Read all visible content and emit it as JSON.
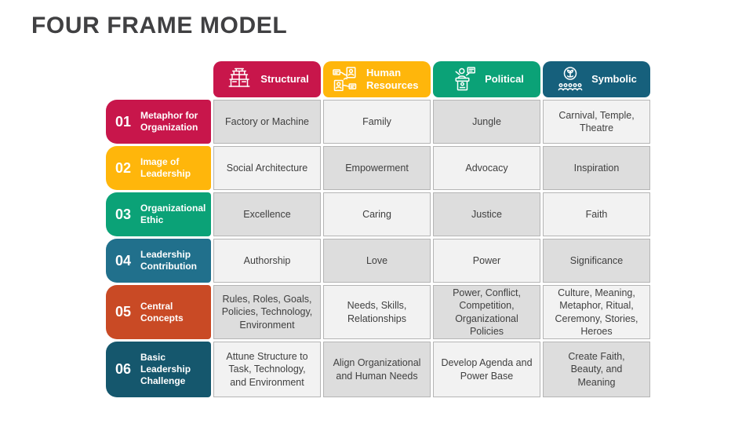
{
  "title": "FOUR FRAME MODEL",
  "colors": {
    "title_text": "#404042",
    "cell_dark": "#dddddd",
    "cell_light": "#f2f2f2",
    "cell_border": "#b5b5b5",
    "cell_text": "#404040",
    "crimson": "#C8164B",
    "amber": "#FFB60B",
    "green": "#0BA277",
    "dark_teal": "#16607C",
    "mid_teal": "#21708C",
    "rust": "#C94A25",
    "deep_teal": "#15576D"
  },
  "columns": [
    {
      "label": "Structural",
      "icon": "structural-icon",
      "color": "#C8164B"
    },
    {
      "label": "Human Resources",
      "icon": "human-resources-icon",
      "color": "#FFB60B"
    },
    {
      "label": "Political",
      "icon": "political-icon",
      "color": "#0BA277"
    },
    {
      "label": "Symbolic",
      "icon": "symbolic-icon",
      "color": "#16607C"
    }
  ],
  "rows": [
    {
      "number": "01",
      "label": "Metaphor for Organization",
      "color": "#C8164B"
    },
    {
      "number": "02",
      "label": "Image of Leadership",
      "color": "#FFB60B"
    },
    {
      "number": "03",
      "label": "Organizational Ethic",
      "color": "#0BA277"
    },
    {
      "number": "04",
      "label": "Leadership Contribution",
      "color": "#21708C"
    },
    {
      "number": "05",
      "label": "Central Concepts",
      "color": "#C94A25"
    },
    {
      "number": "06",
      "label": "Basic Leadership Challenge",
      "color": "#15576D"
    }
  ],
  "cells": [
    [
      "Factory or Machine",
      "Family",
      "Jungle",
      "Carnival, Temple, Theatre"
    ],
    [
      "Social Architecture",
      "Empowerment",
      "Advocacy",
      "Inspiration"
    ],
    [
      "Excellence",
      "Caring",
      "Justice",
      "Faith"
    ],
    [
      "Authorship",
      "Love",
      "Power",
      "Significance"
    ],
    [
      "Rules, Roles, Goals, Policies, Technology, Environment",
      "Needs, Skills, Relationships",
      "Power, Conflict, Competition, Organizational Policies",
      "Culture, Meaning, Metaphor, Ritual, Ceremony, Stories, Heroes"
    ],
    [
      "Attune Structure to Task, Technology, and Environment",
      "Align Organizational and Human Needs",
      "Develop Agenda and Power Base",
      "Create Faith, Beauty, and Meaning"
    ]
  ]
}
